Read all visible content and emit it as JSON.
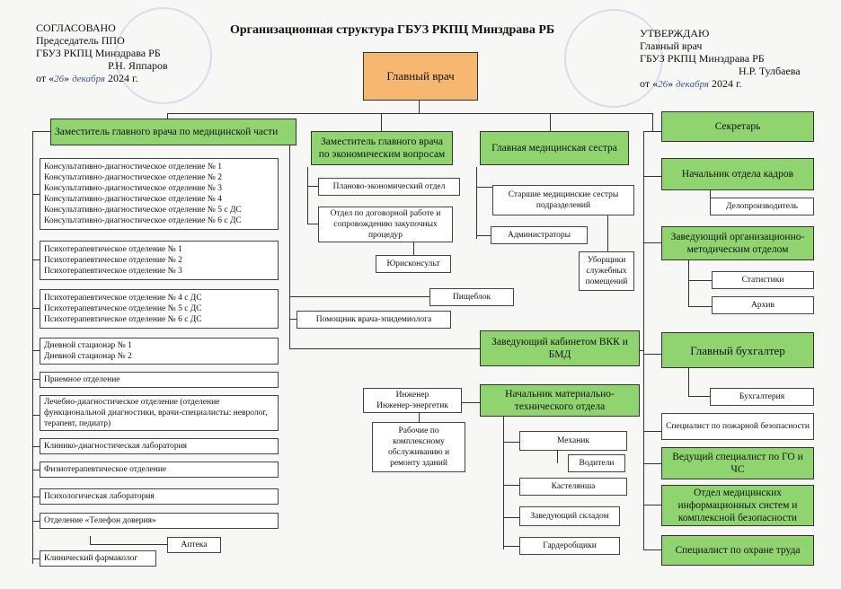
{
  "title": "Организационная структура ГБУЗ РКПЦ Минздрава РБ",
  "approved_left": {
    "l1": "СОГЛАСОВАНО",
    "l2": "Председатель ППО",
    "l3": "ГБУЗ РКПЦ Минздрава РБ",
    "l4": "Р.Н. Яппаров",
    "l5_pre": "от «",
    "l5_day": "26",
    "l5_mid": "»",
    "l5_month": "декабря",
    "l5_year": "2024 г."
  },
  "approved_right": {
    "l1": "УТВЕРЖДАЮ",
    "l2": "Главный врач",
    "l3": "ГБУЗ РКПЦ Минздрава РБ",
    "l4": "Н.Р. Тулбаева",
    "l5_pre": "от «",
    "l5_day": "26",
    "l5_mid": "»",
    "l5_month": "декабря",
    "l5_year": "2024 г."
  },
  "chief": "Главный врач",
  "deputy_med": "Заместитель главного врача по медицинской части",
  "deputy_econ": "Заместитель главного врача по экономическим вопросам",
  "head_nurse": "Главная медицинская сестра",
  "secretary": "Секретарь",
  "hr_head": "Начальник отдела кадров",
  "records": "Делопроизводитель",
  "method_head": "Заведующий организационно-методическим отделом",
  "stats": "Статистики",
  "archive": "Архив",
  "accountant": "Главный бухгалтер",
  "accounting": "Бухгалтерия",
  "fire": "Специалист по пожарной безопасности",
  "go": "Ведущий специалист по ГО и ЧС",
  "infosys": "Отдел медицинских информационных систем и комплексной безопасности",
  "labor": "Специалист по охране труда",
  "econ_dept": "Планово-экономический отдел",
  "contracts": "Отдел по договорной работе и сопровождению закупочных процедур",
  "lawyer": "Юрисконсульт",
  "senior_nurses": "Старшие медицинские сестры подразделений",
  "admins": "Администраторы",
  "cleaners": "Уборщики служебных помещений",
  "food": "Пищеблок",
  "epid": "Помощник врача-эпидемиолога",
  "vkk": "Заведующий кабинетом ВКК и БМД",
  "logistics": "Начальник материально-технического отдела",
  "engineer": "Инженер\nИнженер-энергетик",
  "workers": "Рабочие по комплексному обслуживанию и ремонту зданий",
  "mechanic": "Механик",
  "drivers": "Водители",
  "linen": "Кастелянша",
  "warehouse": "Заведующий складом",
  "cloak": "Гардеробщики",
  "cons_depts": [
    "Консультативно-диагностическое отделение № 1",
    "Консультативно-диагностическое отделение № 2",
    "Консультативно-диагностическое отделение № 3",
    "Консультативно-диагностическое отделение № 4",
    "Консультативно-диагностическое отделение № 5 с ДС",
    "Консультативно-диагностическое отделение № 6 с ДС"
  ],
  "psy_a": [
    "Психотерапевтическое отделение № 1",
    "Психотерапевтическое отделение № 2",
    "Психотерапевтическое отделение № 3"
  ],
  "psy_b": [
    "Психотерапевтическое отделение № 4 с ДС",
    "Психотерапевтическое отделение № 5 с ДС",
    "Психотерапевтическое отделение № 6 с ДС"
  ],
  "day": [
    "Дневной стационар № 1",
    "Дневной стационар № 2"
  ],
  "reception": "Приемное отделение",
  "ldo": "Лечебно-диагностическое отделение (отделение функциональной диагностики, врачи-специалисты: невролог, терапевт, педиатр)",
  "lab": "Клинико-диагностическая лаборатория",
  "physio": "Физиотерапевтическое отделение",
  "psylab": "Психологическая лаборатория",
  "hotline": "Отделение «Телефон доверия»",
  "pharmacy": "Аптека",
  "pharmacologist": "Клинический фармаколог",
  "colors": {
    "green": "#8fd46e",
    "orange": "#f6b870",
    "seal": "#b9cbe6"
  }
}
